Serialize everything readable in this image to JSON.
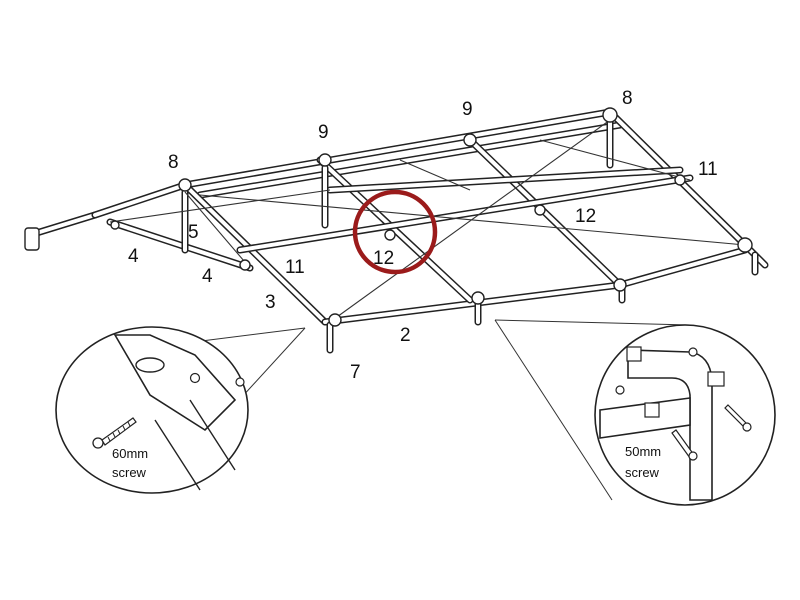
{
  "part_labels": {
    "p8_left": "8",
    "p9_left": "9",
    "p9_right": "9",
    "p8_right": "8",
    "p11_right": "11",
    "p12_right": "12",
    "p5": "5",
    "p4_a": "4",
    "p4_b": "4",
    "p11_mid": "11",
    "p3": "3",
    "p12_circled": "12",
    "p2": "2",
    "p7": "7"
  },
  "callouts": {
    "left_screw": {
      "size": "60mm",
      "word": "screw"
    },
    "right_screw": {
      "size": "50mm",
      "word": "screw"
    }
  },
  "highlight": {
    "color": "#9b1b1b"
  }
}
